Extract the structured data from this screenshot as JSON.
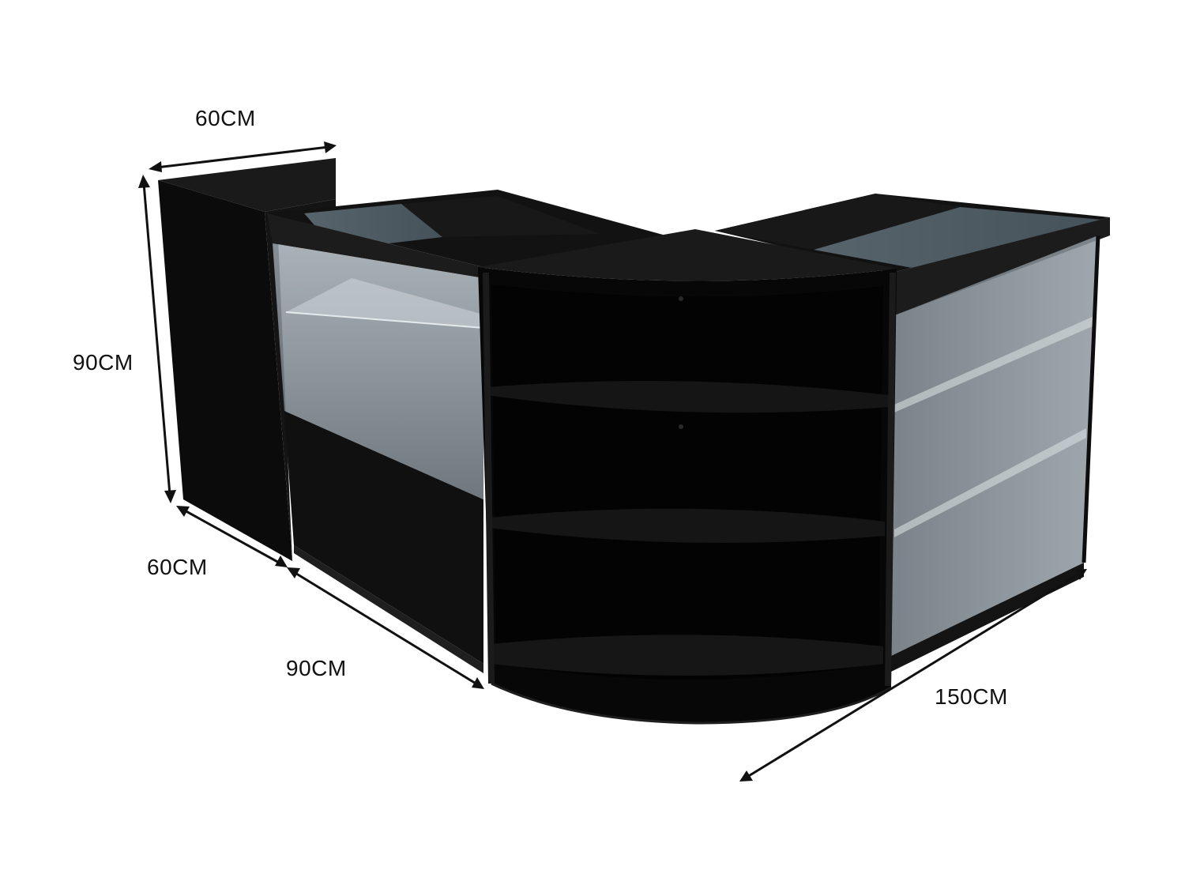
{
  "dimensions": {
    "top_width": "60CM",
    "height": "90CM",
    "side_depth": "60CM",
    "left_length": "90CM",
    "right_length": "150CM"
  },
  "colors": {
    "cabinet": "#0d0d0d",
    "cabinet_edge": "#1e1e1e",
    "glass_top": "#4f5b63",
    "glass_front": "#7f8a92",
    "dimension_line": "#111111",
    "background": "#ffffff"
  }
}
